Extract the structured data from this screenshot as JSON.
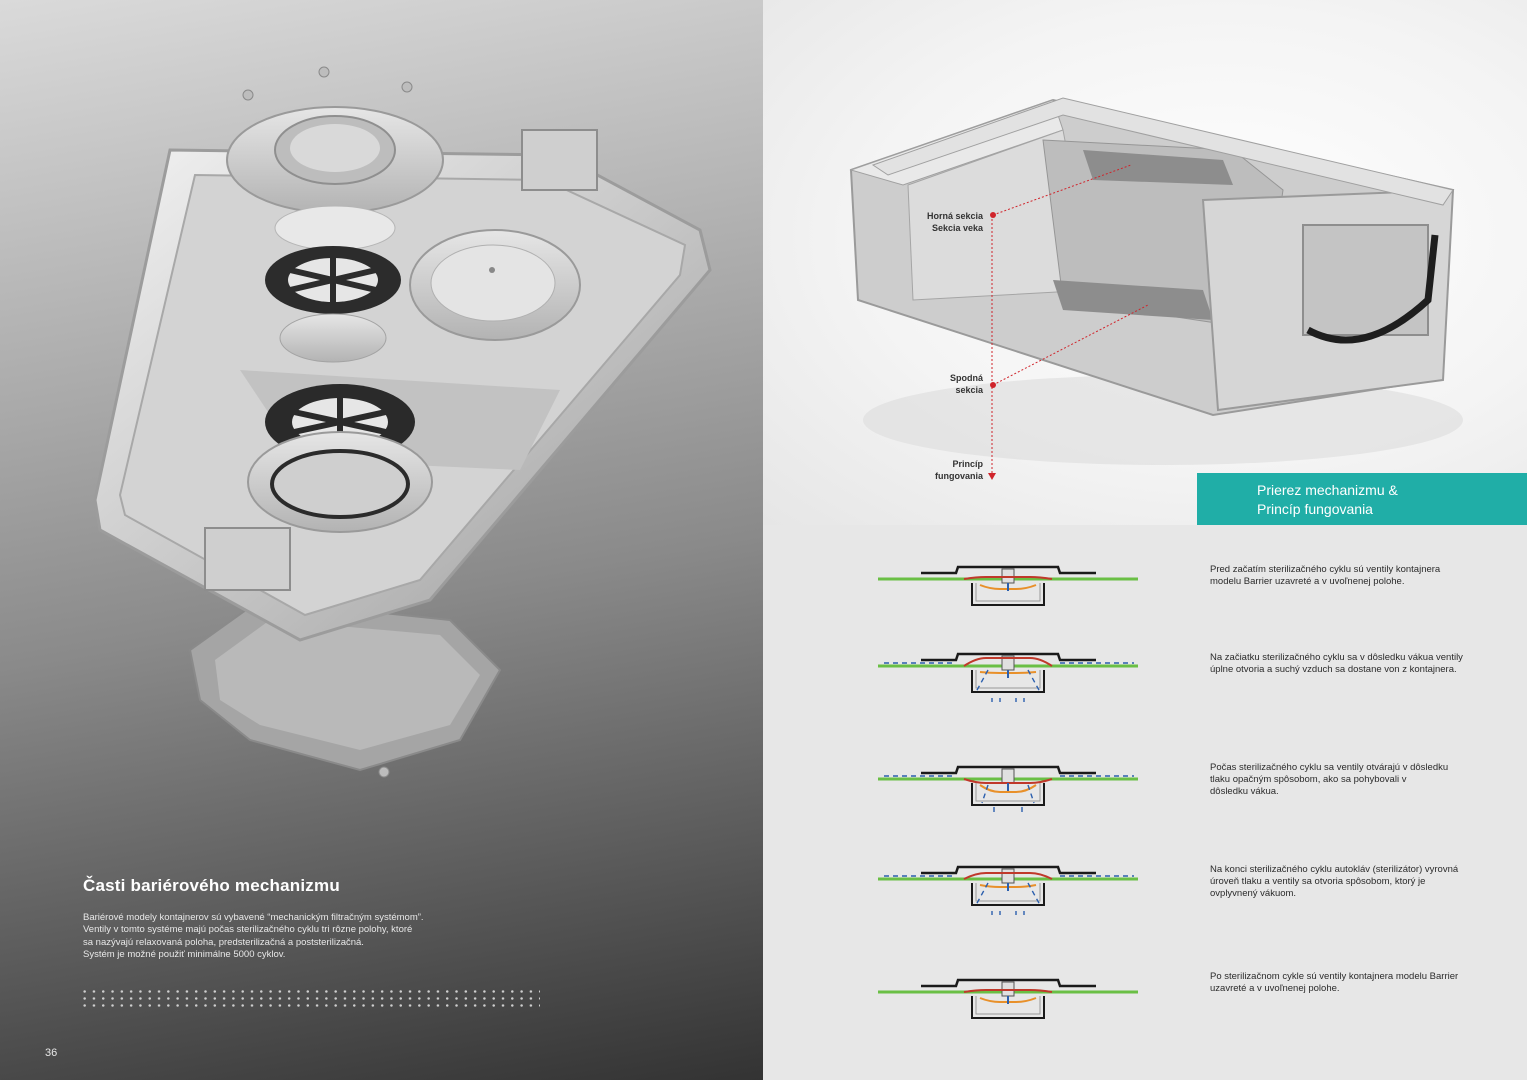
{
  "left_page": {
    "heading": "Časti bariérového mechanizmu",
    "body_lines": [
      "Bariérové modely kontajnerov sú vybavené “mechanickým filtračným systémom”.",
      "Ventily v tomto systéme majú počas sterilizačného cyklu tri rôzne polohy, ktoré",
      "sa nazývajú relaxovaná poloha, predsterilizačná a poststerilizačná.",
      "Systém je možné použiť minimálne 5000 cyklov."
    ],
    "page_number": "36"
  },
  "right_page": {
    "callouts": {
      "top": [
        "Horná sekcia",
        "Sekcia veka"
      ],
      "bottom": [
        "Spodná",
        "sekcia"
      ],
      "principle": [
        "Princíp",
        "fungovania"
      ]
    },
    "banner": [
      "Prierez mechanizmu &",
      "Princíp fungovania"
    ],
    "steps": [
      {
        "state": "relaxed",
        "lines": [
          "Pred začatím sterilizačného cyklu sú ventily kontajnera",
          "modelu Barrier uzavreté a v uvoľnenej polohe."
        ]
      },
      {
        "state": "vacuum",
        "lines": [
          "Na začiatku sterilizačného cyklu sa v dôsledku vákua ventily",
          "úplne otvoria a suchý vzduch sa dostane von z kontajnera."
        ]
      },
      {
        "state": "pressure",
        "lines": [
          "Počas sterilizačného cyklu sa ventily otvárajú v dôsledku",
          "tlaku opačným spôsobom, ako sa pohybovali v",
          "dôsledku vákua."
        ]
      },
      {
        "state": "equalize",
        "lines": [
          "Na konci sterilizačného cyklu autokláv (sterilizátor) vyrovná",
          "úroveň tlaku a ventily sa otvoria spôsobom, ktorý je",
          "ovplyvnený vákuom."
        ]
      },
      {
        "state": "relaxed",
        "lines": [
          "Po sterilizačnom cykle sú ventily kontajnera modelu Barrier",
          "uzavreté a v uvoľnenej polohe."
        ]
      }
    ]
  },
  "colors": {
    "accent": "#20aea7",
    "callout_line": "#d0242b",
    "diagram_green": "#6abf45",
    "diagram_orange": "#e8902a",
    "diagram_blue": "#2b5fae"
  }
}
